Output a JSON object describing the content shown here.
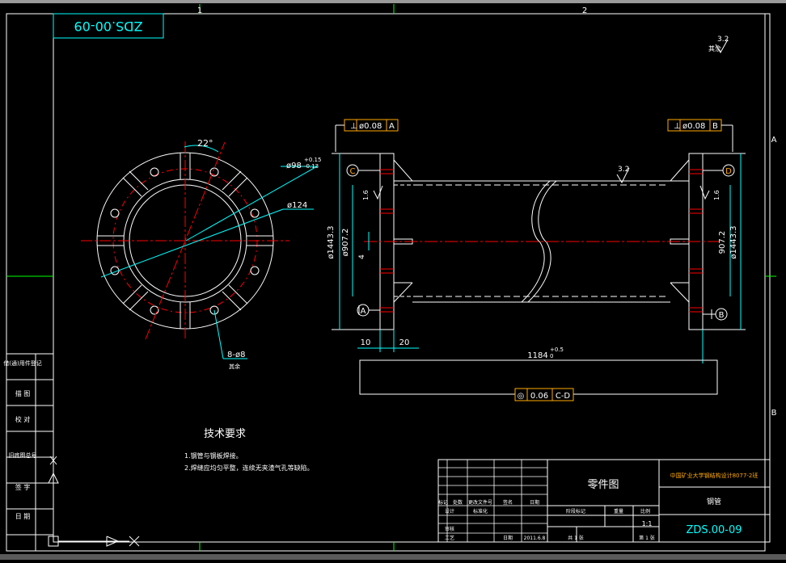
{
  "drawing": {
    "id_top_mirrored": "ZDS.00-09",
    "zone_top": [
      "1",
      "2"
    ],
    "zone_right": [
      "A",
      "B"
    ],
    "roughness_global": {
      "value": "3.2",
      "label": "其余"
    },
    "roughness_pipe": "3.2",
    "left_view": {
      "angle": "22°",
      "dia_outer_tol": "ø98",
      "tol_upper": "+0.15",
      "tol_lower": "-0.13",
      "dia_124": "ø124",
      "holes": "8-ø8",
      "holes_note": "其余"
    },
    "front_view": {
      "tol_left": {
        "symbol": "⊥",
        "value": "ø0.08",
        "datum": "A"
      },
      "tol_right": {
        "symbol": "⊥",
        "value": "ø0.08",
        "datum": "B"
      },
      "datum_c": "C",
      "datum_d": "D",
      "datum_a": "A",
      "datum_b": "B",
      "rough_l": "1.6",
      "rough_r": "1.6",
      "dim_1443_l": "ø1443.3",
      "dim_907_l": "ø907.2",
      "dim_4": "4",
      "dim_907_r": "907.2",
      "dim_1443_r": "ø1443.3",
      "dim_10": "10",
      "dim_20": "20",
      "dim_len": "1184",
      "dim_len_up": "+0.5",
      "dim_len_low": "0",
      "coaxial": {
        "symbol": "◎",
        "value": "0.06",
        "datum": "C-D"
      }
    },
    "tech": {
      "title": "技术要求",
      "line1": "1.钢管与钢板焊接。",
      "line2": "2.焊缝应均匀平整，连续无夹渣气孔等缺陷。"
    },
    "side_stamps": [
      "借(通)用件登记",
      "描 图",
      "校 对",
      "旧底图总号",
      "签 字",
      "日 期"
    ],
    "title_block": {
      "part_drawing": "零件图",
      "school": "中国矿业大学钢结构设计8077-2班",
      "part_name": "钢管",
      "drawing_no": "ZDS.00-09",
      "scale": "1:1",
      "r_mark": "标记",
      "r_count": "处数",
      "r_doc": "更改文件号",
      "r_sign": "签名",
      "r_date": "日期",
      "r_design": "设计",
      "r_std": "标准化",
      "r_stage": "阶段标记",
      "r_weight": "重量",
      "r_ratio": "比例",
      "r_check": "审核",
      "r_craft": "工艺",
      "r_date2": "日期",
      "date": "2011.6.8",
      "sheets_total": "共 1 张",
      "sheet_no": "第 1 张"
    }
  }
}
